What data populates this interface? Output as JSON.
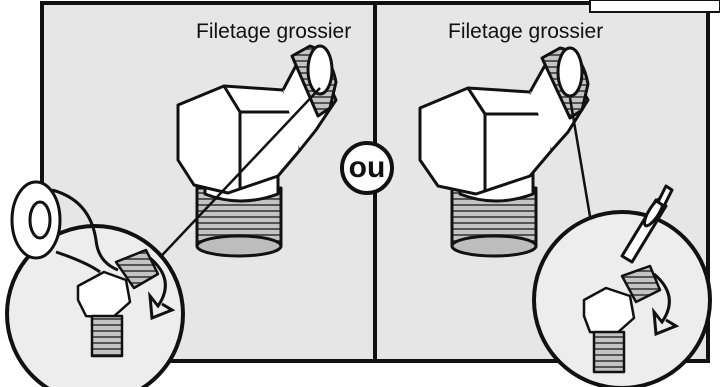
{
  "labels": {
    "left": "Filetage grossier",
    "right": "Filetage grossier",
    "separator": "ou"
  },
  "colors": {
    "panel_fill": "#e6e6e6",
    "outline": "#111111",
    "metal": "#ffffff",
    "threads": "#9a9a9a"
  },
  "icons": [
    "elbow-fitting-icon",
    "thread-tape-roll-icon",
    "thread-sealant-brush-icon",
    "rotation-arrow-icon"
  ]
}
